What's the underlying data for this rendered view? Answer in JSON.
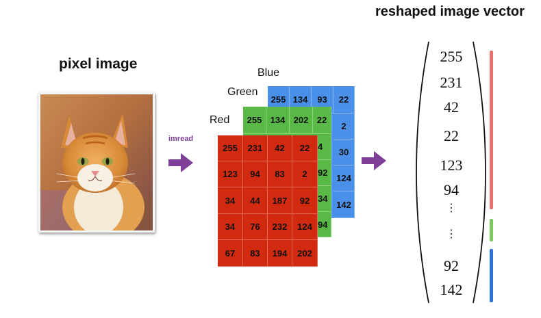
{
  "titles": {
    "pixel_image": "pixel image",
    "reshaped_vector": "reshaped image vector"
  },
  "arrow_label": "imread",
  "channels": {
    "blue": {
      "label": "Blue",
      "color": "#4a90e8",
      "rows": [
        [
          "255",
          "134",
          "93",
          "22"
        ],
        [
          "",
          "",
          "",
          "2"
        ],
        [
          "",
          "",
          "",
          "30"
        ],
        [
          "",
          "",
          "",
          "124"
        ],
        [
          "",
          "",
          "",
          "142"
        ]
      ]
    },
    "green": {
      "label": "Green",
      "color": "#58b947",
      "rows": [
        [
          "255",
          "134",
          "202",
          "22"
        ],
        [
          "",
          "",
          "",
          "4"
        ],
        [
          "",
          "",
          "",
          "92"
        ],
        [
          "",
          "",
          "",
          "34"
        ],
        [
          "",
          "",
          "",
          "94"
        ]
      ]
    },
    "red": {
      "label": "Red",
      "color": "#d22a10",
      "rows": [
        [
          "255",
          "231",
          "42",
          "22"
        ],
        [
          "123",
          "94",
          "83",
          "2"
        ],
        [
          "34",
          "44",
          "187",
          "92"
        ],
        [
          "34",
          "76",
          "232",
          "124"
        ],
        [
          "67",
          "83",
          "194",
          "202"
        ]
      ]
    }
  },
  "vector": {
    "values": [
      "255",
      "231",
      "42",
      "22",
      "123",
      "94",
      "92",
      "142"
    ],
    "dots": "⋮",
    "bar_colors": [
      "#e8706e",
      "#7ac95c",
      "#2f6fd6"
    ]
  },
  "icons": {
    "arrow": "purple-right-arrow",
    "photo": "orange-tabby-cat-photo"
  },
  "accent_color": "#7f3f98"
}
